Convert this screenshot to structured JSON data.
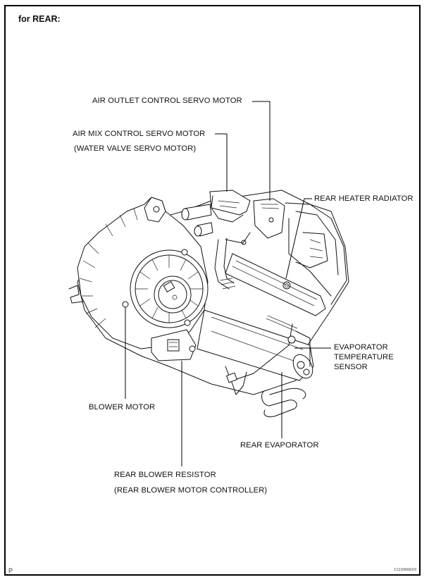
{
  "heading": "for REAR:",
  "labels": {
    "air_outlet_servo": "AIR OUTLET CONTROL SERVO MOTOR",
    "air_mix_servo": "AIR MIX CONTROL SERVO MOTOR",
    "air_mix_servo_alt": "(WATER VALVE SERVO MOTOR)",
    "rear_heater_radiator": "REAR HEATER RADIATOR",
    "evap_temp_sensor_line1": "EVAPORATOR",
    "evap_temp_sensor_line2": "TEMPERATURE",
    "evap_temp_sensor_line3": "SENSOR",
    "blower_motor": "BLOWER MOTOR",
    "rear_evaporator": "REAR EVAPORATOR",
    "rear_blower_resistor": "REAR BLOWER RESISTOR",
    "rear_blower_resistor_alt": "(REAR BLOWER MOTOR CONTROLLER)"
  },
  "footer": {
    "page_marker": "P",
    "figure_code": "C119366E03"
  }
}
